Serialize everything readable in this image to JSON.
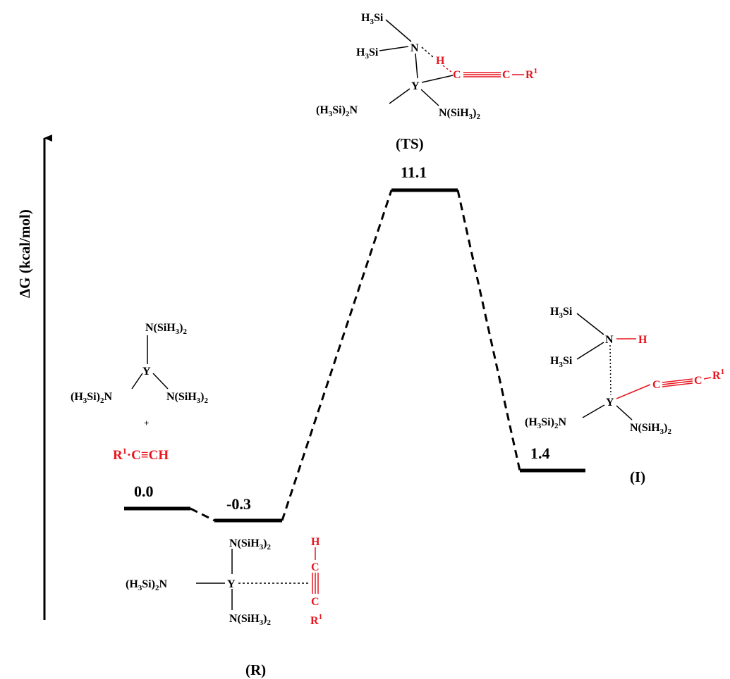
{
  "axis": {
    "label": "ΔG (kcal/mol)"
  },
  "levels": {
    "start": {
      "energy": "0.0"
    },
    "R": {
      "energy": "-0.3",
      "name": "(R)"
    },
    "TS": {
      "energy": "11.1",
      "name": "(TS)"
    },
    "I": {
      "energy": "1.4",
      "name": "(I)"
    }
  },
  "chem": {
    "si3": "H",
    "si3_sub": "3",
    "si": "Si",
    "n": "N",
    "y": "Y",
    "h": "H",
    "c": "C",
    "r": "R",
    "r_sup": "1",
    "n_si": "N(SiH",
    "n_si_sub": "3",
    "close2": ")",
    "sub2": "2",
    "h3si2_open": "(H",
    "h3si2_mid": "Si)",
    "plus": "+",
    "alkyne": {
      "r": "R",
      "sup": "1",
      "dot": "·",
      "rest": "C≡CH"
    },
    "tri": "≡",
    "dash": "–"
  },
  "colors": {
    "black": "#000000",
    "red": "#e8141e"
  }
}
